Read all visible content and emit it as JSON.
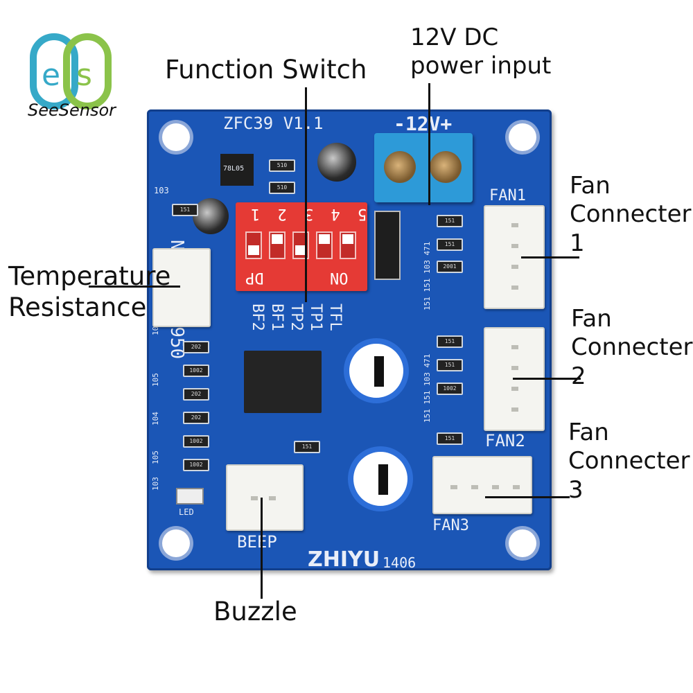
{
  "logo": {
    "text": "SeeSensor"
  },
  "labels": {
    "function_switch": "Function Switch",
    "power_input": "12V DC\npower input",
    "temperature": "Temperature\nResistance",
    "fan1": "Fan\nConnecter\n1",
    "fan2": "Fan\nConnecter\n2",
    "fan3": "Fan\nConnecter\n3",
    "buzzle": "Buzzle"
  },
  "board": {
    "model": "ZFC39  V1.1",
    "voltage": "-12V+",
    "fan1": "FAN1",
    "fan2": "FAN2",
    "fan3": "FAN3",
    "ntc": "NTC-50K3950",
    "beep": "BEEP",
    "brand": "ZHIYU",
    "code": "1406",
    "led": "LED",
    "dip_numbers": "5 4 3 2 1",
    "dip_dp": "DP",
    "dip_on": "ON",
    "func_col1": "BF2",
    "func_col2": "BF1",
    "func_col3": "TP2",
    "func_col4": "TP1",
    "func_col5": "TFL",
    "reg_text": "78L05",
    "res_labels": [
      "510",
      "510",
      "151",
      "151",
      "2001",
      "151",
      "151",
      "1002",
      "151",
      "151",
      "202",
      "1002",
      "202",
      "202",
      "1002",
      "1002",
      "151"
    ],
    "side_codes": [
      "103",
      "104",
      "105",
      "104",
      "105",
      "103"
    ],
    "right_codes": [
      "151 151 103 471",
      "151 151 103 471"
    ]
  },
  "colors": {
    "board": "#1b56b6",
    "dip_switch": "#e53a35",
    "terminal": "#2d9ad8",
    "connector": "#f4f4f0"
  }
}
